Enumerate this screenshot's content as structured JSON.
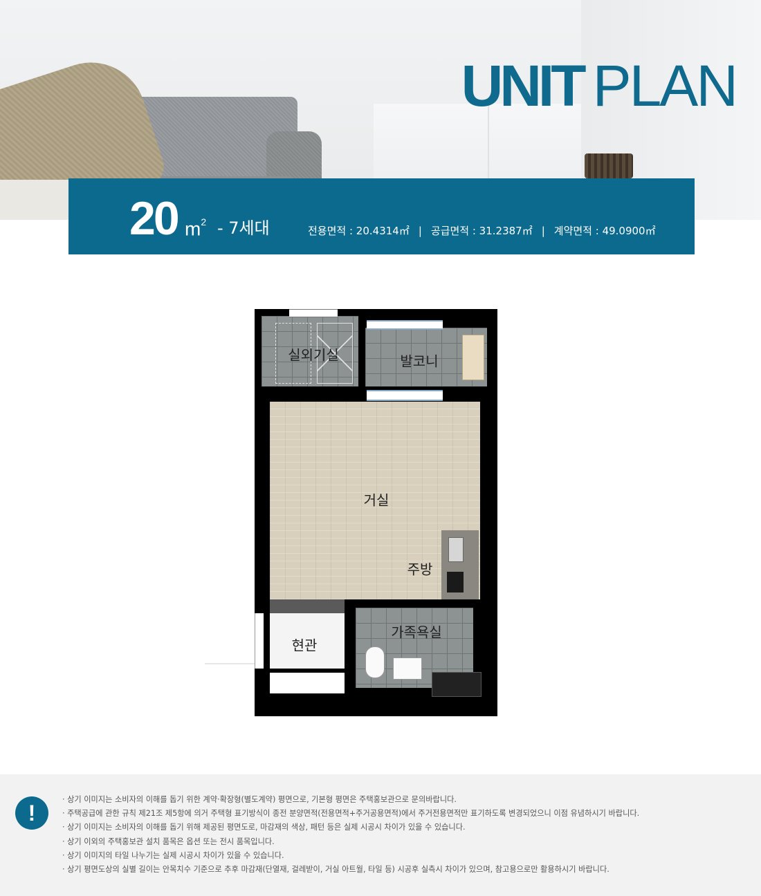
{
  "header": {
    "title_bold": "UNIT",
    "title_light": "PLAN"
  },
  "unit": {
    "size": "20",
    "unit": "m",
    "unit_sup": "2",
    "households": "- 7세대",
    "areas": [
      {
        "label": "전용면적 : 20.4314㎡"
      },
      {
        "label": "공급면적 : 31.2387㎡"
      },
      {
        "label": "계약면적 : 49.0900㎡"
      }
    ],
    "separator": "|"
  },
  "floorplan": {
    "rooms": {
      "outdoor_room": "실외기실",
      "balcony": "발코니",
      "living_room": "거실",
      "kitchen": "주방",
      "bathroom": "가족욕실",
      "entrance": "현관"
    }
  },
  "notice": {
    "icon": "!",
    "items": [
      "· 상기 이미지는 소비자의 이해를 돕기 위한 계약·확장형(별도계약) 평면으로, 기본형 평면은 주택홍보관으로 문의바랍니다.",
      "· 주택공급에 관한 규칙 제21조 제5항에 의거 주택형 표기방식이 종전 분양면적(전용면적+주거공용면적)에서 주거전용면적만 표기하도록 변경되었으니 이점 유념하시기 바랍니다.",
      "· 상기 이미지는 소비자의 이해를 돕기 위해 제공된 평면도로, 마감재의 색상, 패턴 등은 실제 시공시 차이가 있을 수 있습니다.",
      "· 상기 이외의 주택홍보관 설치 품목은 옵션 또는 전시 품목입니다.",
      "· 상기 이미지의 타일 나누기는 실제 시공시 차이가 있을 수 있습니다.",
      "· 상기 평면도상의 실별 길이는 안목치수 기준으로 추후 마감재(단열재, 걸레받이, 거실 아트월, 타일 등) 시공후 실측시 차이가 있으며, 참고용으로만 활용하시기 바랍니다."
    ]
  },
  "colors": {
    "brand": "#0b6a8d",
    "title": "#106a8d"
  }
}
